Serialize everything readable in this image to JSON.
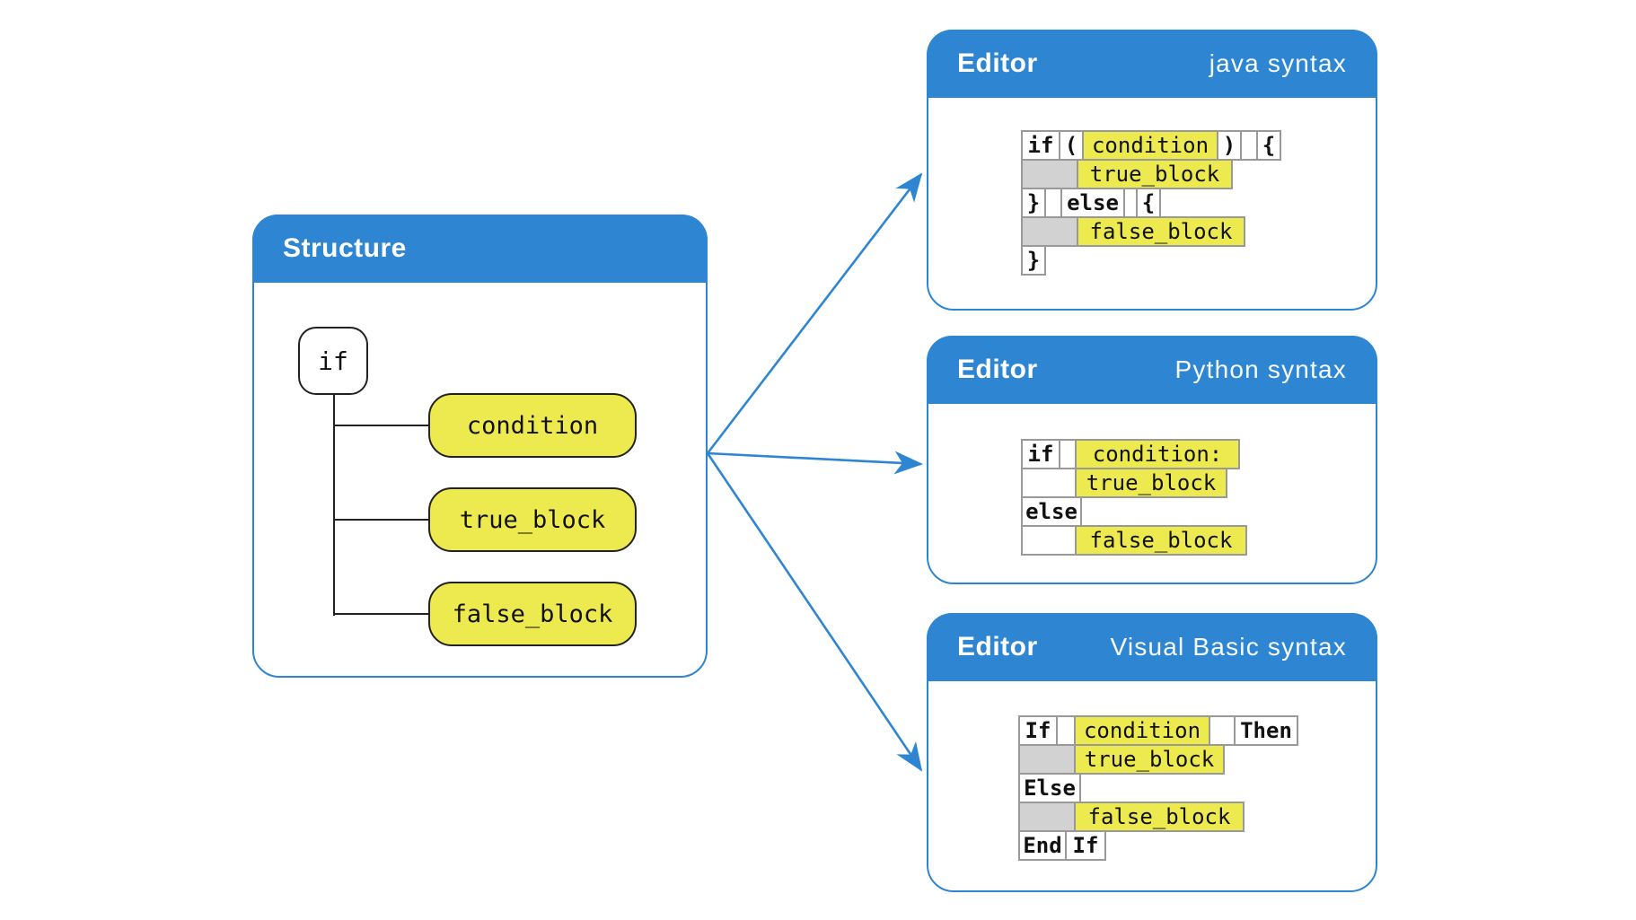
{
  "colors": {
    "accent_blue": "#2e86d2",
    "highlight_yellow": "#edea4f",
    "indent_gray": "#d2d2d2"
  },
  "structure_panel": {
    "title": "Structure",
    "root_node": "if",
    "child_nodes": [
      "condition",
      "true_block",
      "false_block"
    ]
  },
  "editors": [
    {
      "title": "Editor",
      "syntax_label": "java syntax",
      "rows": [
        {
          "cells": [
            "if",
            "(",
            "condition",
            ")",
            "",
            "{"
          ]
        },
        {
          "cells": [
            "",
            "true_block"
          ]
        },
        {
          "cells": [
            "}",
            "",
            "else",
            "",
            "{"
          ]
        },
        {
          "cells": [
            "",
            "false_block"
          ]
        },
        {
          "cells": [
            "}"
          ]
        }
      ]
    },
    {
      "title": "Editor",
      "syntax_label": "Python syntax",
      "rows": [
        {
          "cells": [
            "if",
            "",
            "condition:"
          ]
        },
        {
          "cells": [
            "",
            "true_block"
          ]
        },
        {
          "cells": [
            "else"
          ]
        },
        {
          "cells": [
            "",
            "false_block"
          ]
        }
      ]
    },
    {
      "title": "Editor",
      "syntax_label": "Visual Basic syntax",
      "rows": [
        {
          "cells": [
            "If",
            "",
            "condition",
            "",
            "Then"
          ]
        },
        {
          "cells": [
            "",
            "true_block"
          ]
        },
        {
          "cells": [
            "Else"
          ]
        },
        {
          "cells": [
            "",
            "false_block"
          ]
        },
        {
          "cells": [
            "End",
            "If"
          ]
        }
      ]
    }
  ]
}
